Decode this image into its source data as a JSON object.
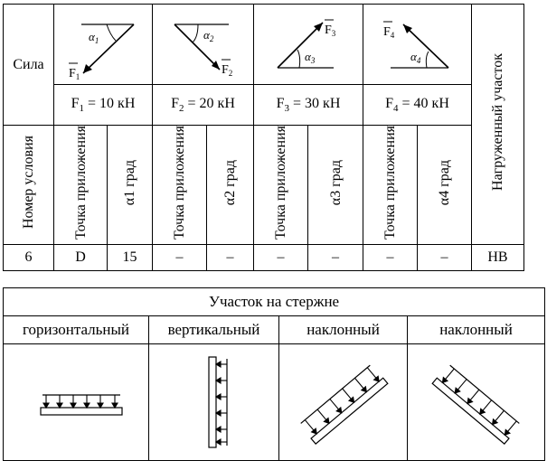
{
  "table1": {
    "force_label": "Сила",
    "forces": [
      {
        "vector": "F",
        "sub": "1",
        "angle_label": "α",
        "angle_sub": "1",
        "value": "F1 = 10 кН",
        "name_main": "F",
        "name_sub": "1",
        "val": " = 10 кН"
      },
      {
        "vector": "F",
        "sub": "2",
        "angle_label": "α",
        "angle_sub": "2",
        "value": "F2 = 20 кН",
        "name_main": "F",
        "name_sub": "2",
        "val": " = 20 кН"
      },
      {
        "vector": "F",
        "sub": "3",
        "angle_label": "α",
        "angle_sub": "3",
        "value": "F3 = 30 кН",
        "name_main": "F",
        "name_sub": "3",
        "val": " = 30 кН"
      },
      {
        "vector": "F",
        "sub": "4",
        "angle_label": "α",
        "angle_sub": "4",
        "value": "F4 = 40 кН",
        "name_main": "F",
        "name_sub": "4",
        "val": " = 40 кН"
      }
    ],
    "headers": {
      "condition_number": "Номер условия",
      "point": "Точка приложения",
      "angle_1": "α1 град",
      "angle_2": "α2 град",
      "angle_3": "α3 град",
      "angle_4": "α4 град",
      "loaded_section": "Нагруженный участок"
    },
    "row": [
      "6",
      "D",
      "15",
      "–",
      "–",
      "–",
      "–",
      "–",
      "–",
      "НВ"
    ]
  },
  "table2": {
    "title": "Участок на стержне",
    "columns": [
      "горизонтальный",
      "вертикальный",
      "наклонный",
      "наклонный"
    ]
  }
}
